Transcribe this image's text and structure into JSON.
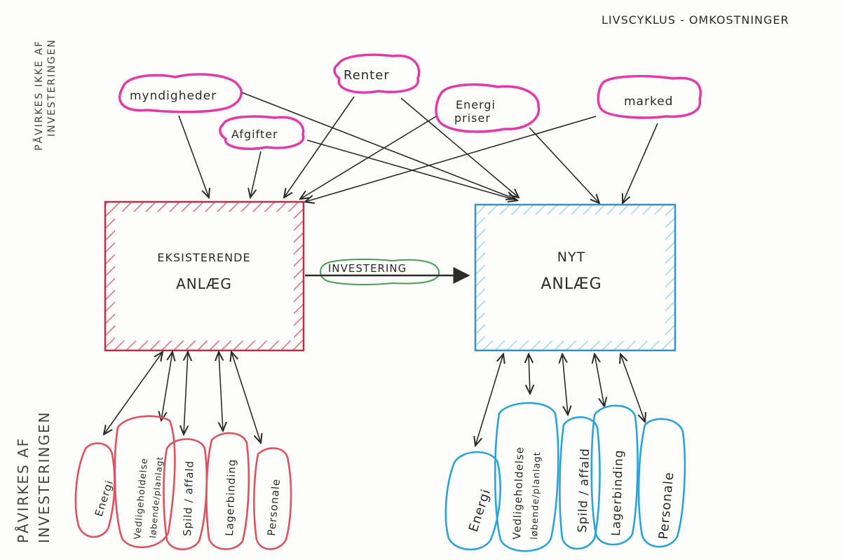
{
  "title": "LIVSCYKLUS - OMKOSTNINGER",
  "top_side_label": [
    "PÅVIRKES IKKE AF",
    "INVESTERINGEN"
  ],
  "bottom_side_label": [
    "PÅVIRKES AF",
    "INVESTERINGEN"
  ],
  "external_factors": {
    "myndigheder": "myndigheder",
    "renter": "Renter",
    "afgifter": "Afgifter",
    "energi_priser": [
      "Energi",
      "priser"
    ],
    "marked": "marked"
  },
  "existing_plant": [
    "EKSISTERENDE",
    "ANLÆG"
  ],
  "new_plant": [
    "NYT",
    "ANLÆG"
  ],
  "investment_label": "INVESTERING",
  "cost_factors_left": {
    "energi": "Energi",
    "vedligehold": [
      "Vedligeholdelse",
      "løbende/planlagt"
    ],
    "spild": "Spild / affald",
    "lager": "Lagerbinding",
    "personale": "Personale"
  },
  "cost_factors_right": {
    "energi": "Energi",
    "vedligehold": [
      "Vedligeholdelse",
      "løbende/planlagt"
    ],
    "spild": "Spild / affald",
    "lager": "Lagerbinding",
    "personale": "Personale"
  },
  "colors": {
    "external": "#e23aa6",
    "existing": "#e0515f",
    "new": "#2aa3dc",
    "investment": "#4a9e52",
    "ink": "#2b2b2b"
  }
}
